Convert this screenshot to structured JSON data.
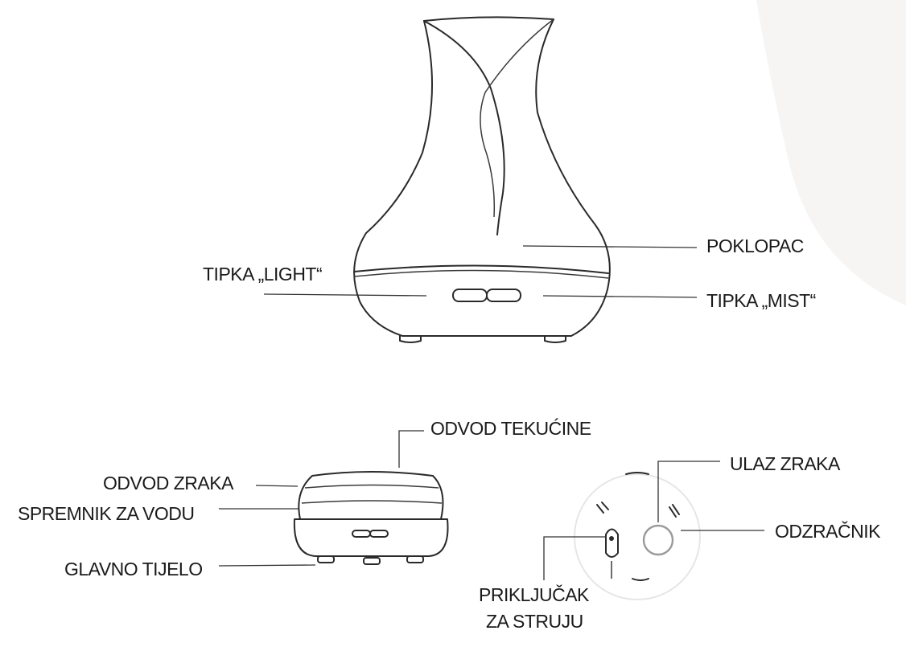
{
  "labels": {
    "poklopac": "POKLOPAC",
    "tipka_light": "TIPKA „LIGHT“",
    "tipka_mist": "TIPKA „MIST“",
    "odvod_tekucine": "ODVOD TEKUĆINE",
    "odvod_zraka": "ODVOD ZRAKA",
    "spremnik_za_vodu": "SPREMNIK ZA VODU",
    "glavno_tijelo": "GLAVNO TIJELO",
    "ulaz_zraka": "ULAZ ZRAKA",
    "odzracnik": "ODZRAČNIK",
    "prikljucak_line1": "PRIKLJUČAK",
    "prikljucak_line2": "ZA STRUJU"
  }
}
